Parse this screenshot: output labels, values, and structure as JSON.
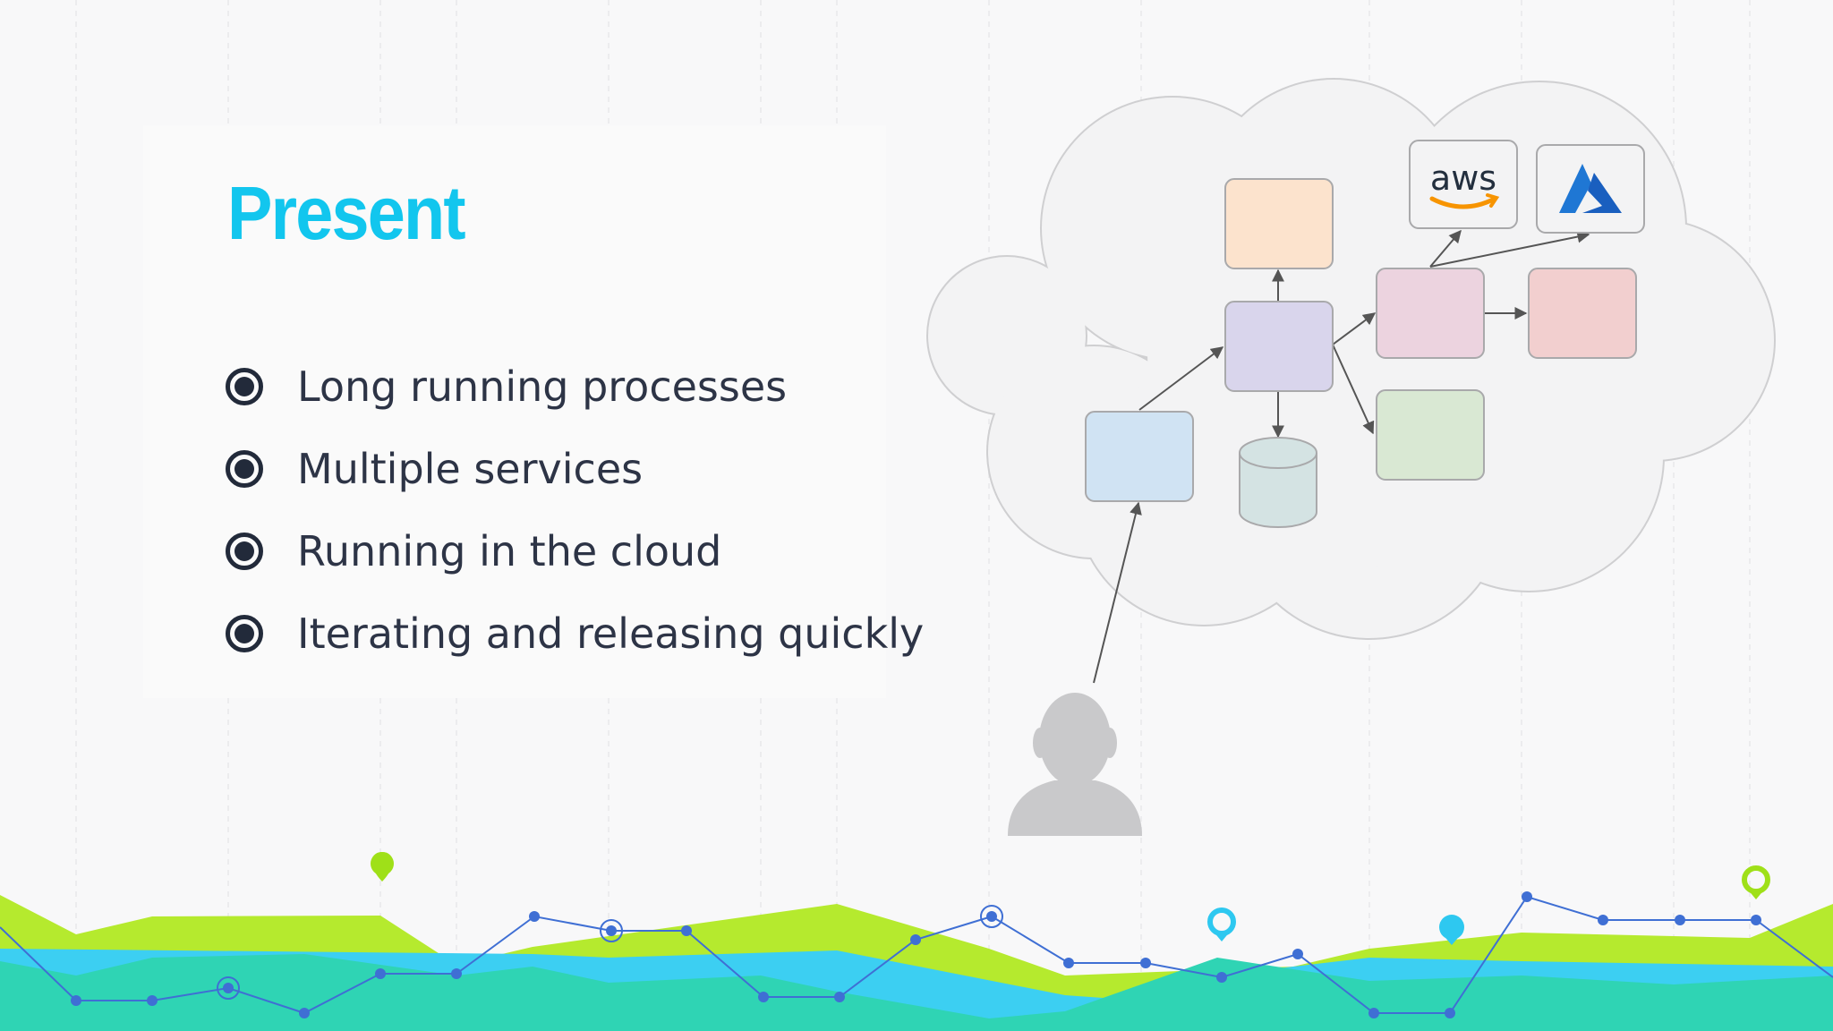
{
  "slide": {
    "title": "Present",
    "bullets": [
      "Long running processes",
      "Multiple services",
      "Running in the cloud",
      "Iterating and releasing quickly"
    ]
  },
  "diagram": {
    "provider_logos": [
      "aws",
      "azure-logo"
    ],
    "aws_label": "aws",
    "colors": {
      "title": "#12c6ee",
      "cloud_fill": "#f3f3f4",
      "box_orange": "#fce3cd",
      "box_purple": "#d9d5ec",
      "box_blue": "#d0e3f3",
      "box_pink": "#ecd3df",
      "box_red": "#f2cfcf",
      "box_green": "#d9e8d3",
      "database": "#d4e3e3",
      "user": "#c9c9cb",
      "wave_lime": "#b5ea2e",
      "wave_teal": "#2fd4b4",
      "wave_cyan": "#3ccff2",
      "line_blue": "#3f6fd4"
    }
  }
}
